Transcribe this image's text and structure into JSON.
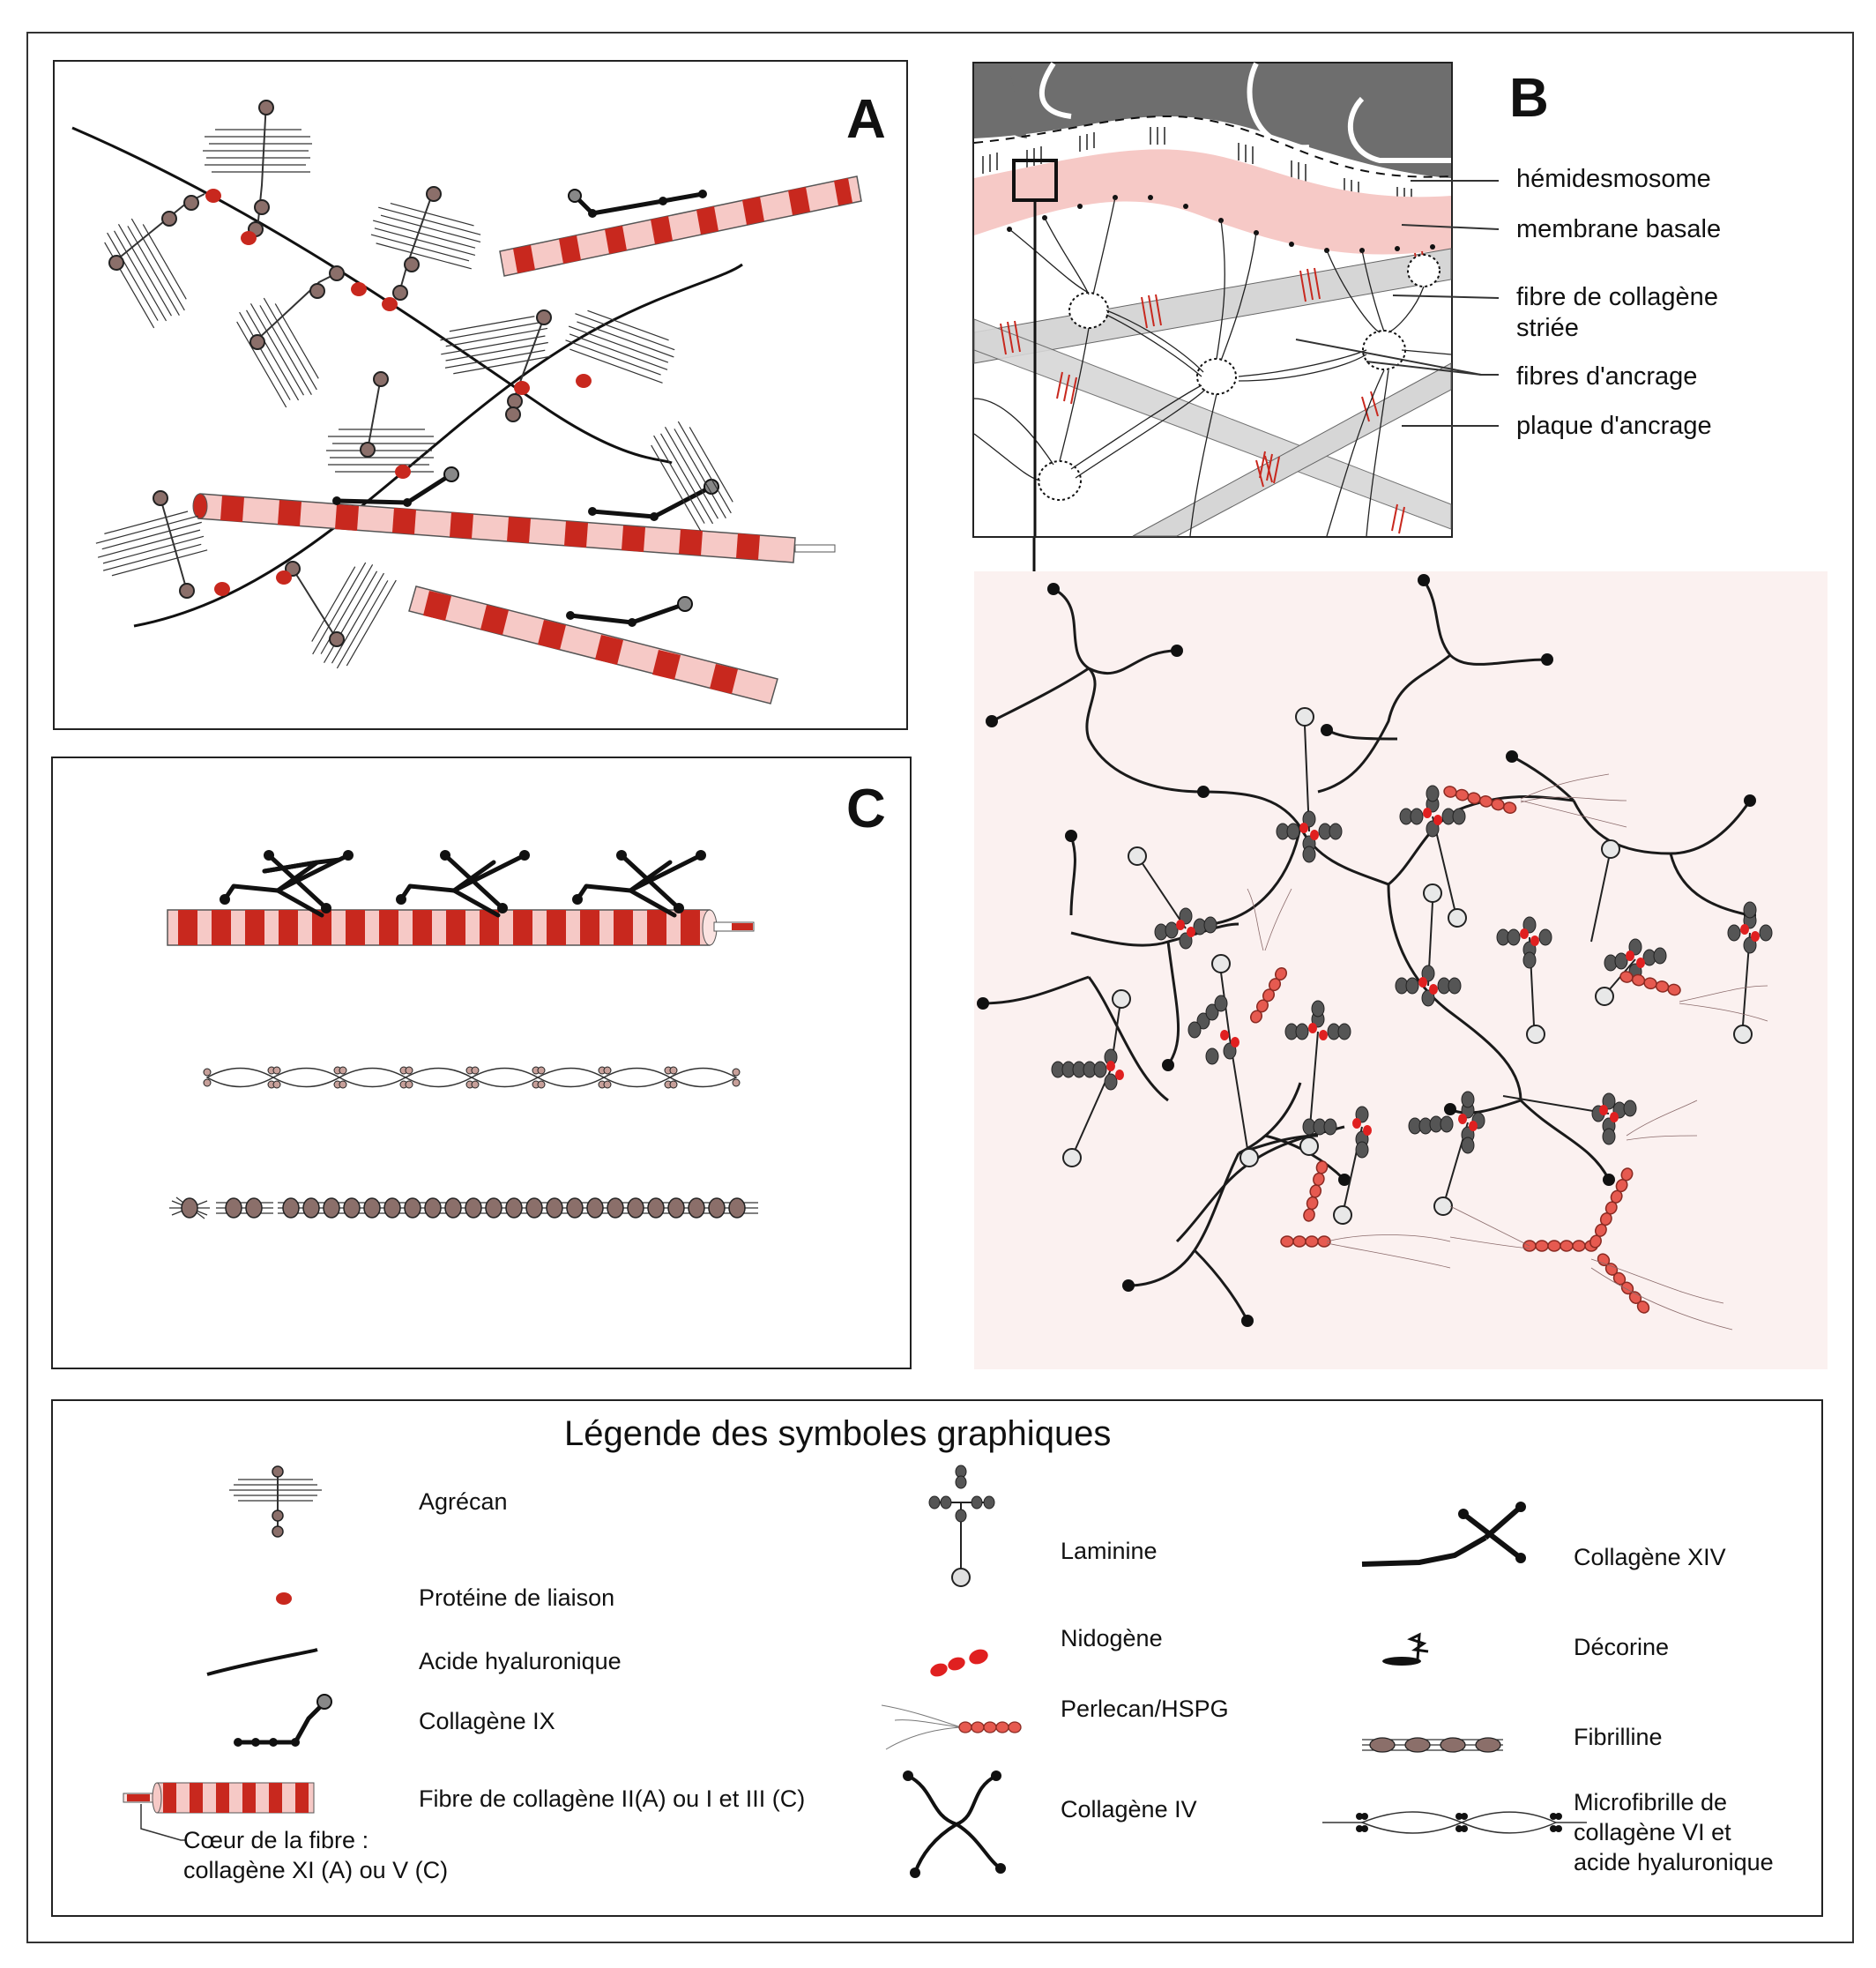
{
  "panels": {
    "a": "A",
    "b": "B",
    "c": "C"
  },
  "panel_b_labels": [
    "hémidesmosome",
    "membrane basale",
    "fibre de collagène",
    "striée",
    "fibres d'ancrage",
    "plaque d'ancrage"
  ],
  "legend": {
    "title": "Légende des symboles graphiques",
    "col1": [
      "Agrécan",
      "Protéine de liaison",
      "Acide hyaluronique",
      "Collagène IX",
      "Fibre de collagène II(A) ou I et III (C)"
    ],
    "core_note_line1": "Cœur de la fibre :",
    "core_note_line2": "collagène XI (A) ou V (C)",
    "col2": [
      "Laminine",
      "Nidogène",
      "Perlecan/HSPG",
      "Collagène IV"
    ],
    "col3": [
      "Collagène XIV",
      "Décorine",
      "Fibrilline"
    ],
    "col3_micro_line1": "Microfibrille de",
    "col3_micro_line2": "collagène VI et",
    "col3_micro_line3": "acide hyaluronique"
  },
  "colors": {
    "red": "#c8281e",
    "pink": "#f6c9c6",
    "grey_bead": "#8b6f6a",
    "dark_grey": "#555555",
    "zoom_bg": "#fbf1f0"
  }
}
